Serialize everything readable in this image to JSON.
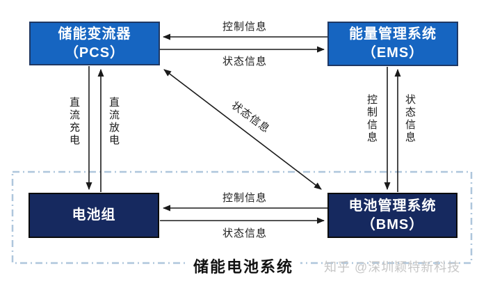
{
  "diagram": {
    "nodes": {
      "pcs": {
        "line1": "储能变流器",
        "line2": "（PCS）"
      },
      "ems": {
        "line1": "能量管理系统",
        "line2": "（EMS）"
      },
      "battery_pack": {
        "label": "电池组"
      },
      "bms": {
        "line1": "电池管理系统",
        "line2": "（BMS）"
      }
    },
    "edge_labels": {
      "ems_to_pcs_control": "控制信息",
      "pcs_to_ems_status": "状态信息",
      "pcs_to_battery_dc_charge": "直流充电",
      "battery_to_pcs_dc_discharge": "直流放电",
      "ems_to_bms_control": "控制信息",
      "bms_to_ems_status": "状态信息",
      "bms_to_battery_control": "控制信息",
      "battery_to_bms_status": "状态信息",
      "pcs_bms_diagonal_status": "状态信息"
    },
    "group": {
      "label": "储能电池系统"
    },
    "watermark": "知乎 @深圳颖特新科技",
    "colors": {
      "primary_box_fill": "#1665c1",
      "primary_box_border": "#1f3864",
      "dark_box_fill": "#16295f",
      "dark_box_border": "#0b0b0b",
      "dashed_border": "#aec6dc",
      "arrow_line": "#1a1a1a",
      "watermark_text": "#c6c6c6"
    }
  }
}
